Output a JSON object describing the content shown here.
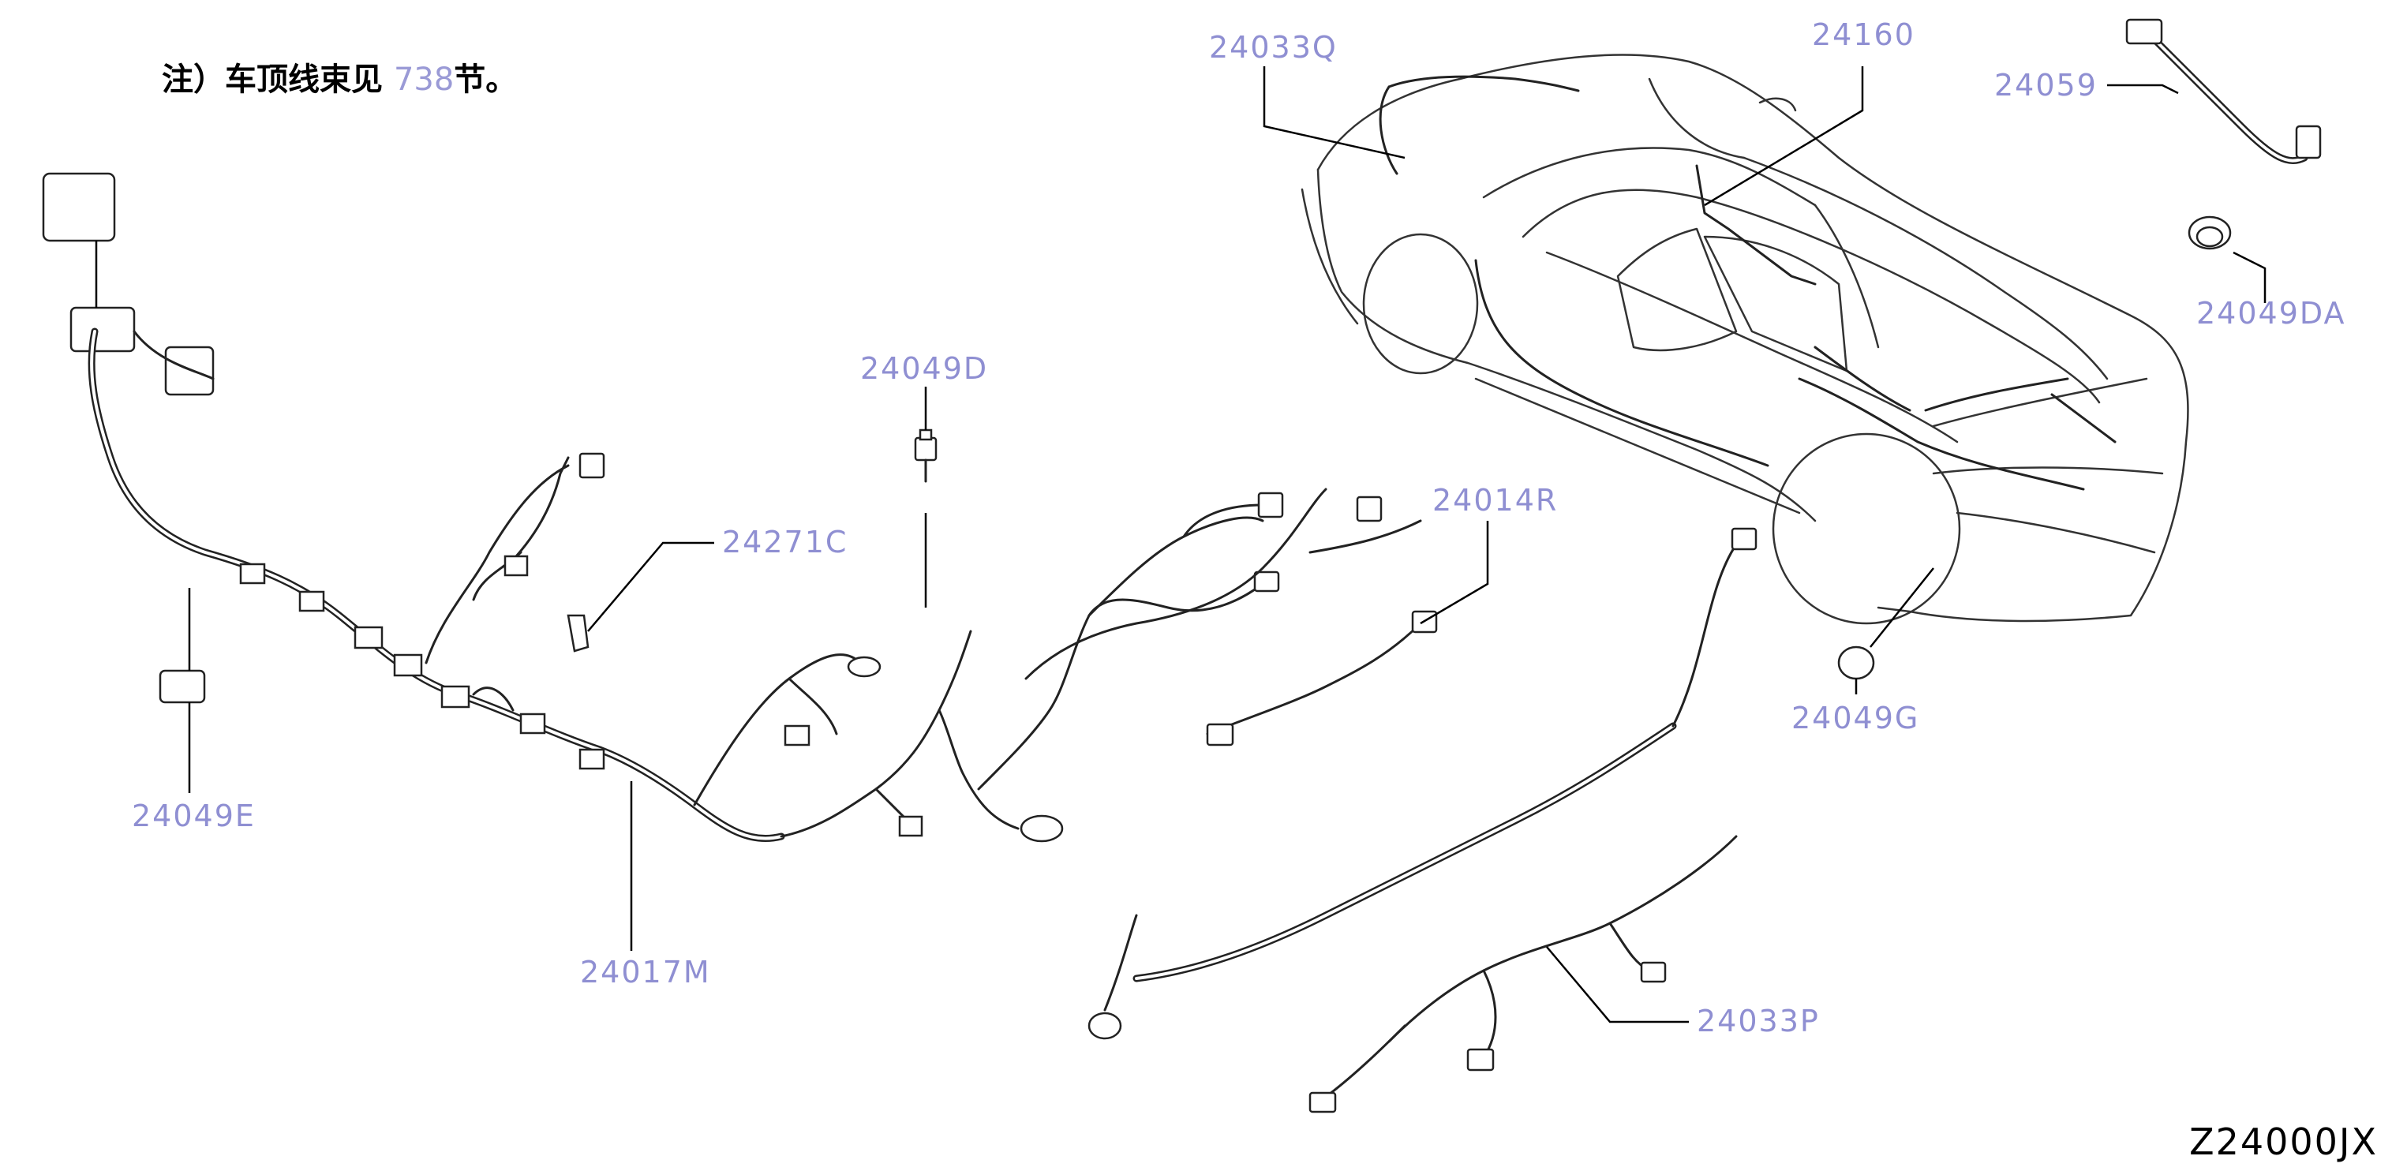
{
  "note": {
    "prefix": "注）车顶线束见",
    "ref": "738",
    "suffix": "节。"
  },
  "callouts": {
    "c24033Q": "24033Q",
    "c24160": "24160",
    "c24059": "24059",
    "c24049DA": "24049DA",
    "c24049D": "24049D",
    "c24271C": "24271C",
    "c24014R": "24014R",
    "c24049E": "24049E",
    "c24049G": "24049G",
    "c24017M": "24017M",
    "c24033P": "24033P"
  },
  "diagram_code": "Z24000JX",
  "colors": {
    "callout": "#8f8fd2",
    "line": "#222222"
  }
}
